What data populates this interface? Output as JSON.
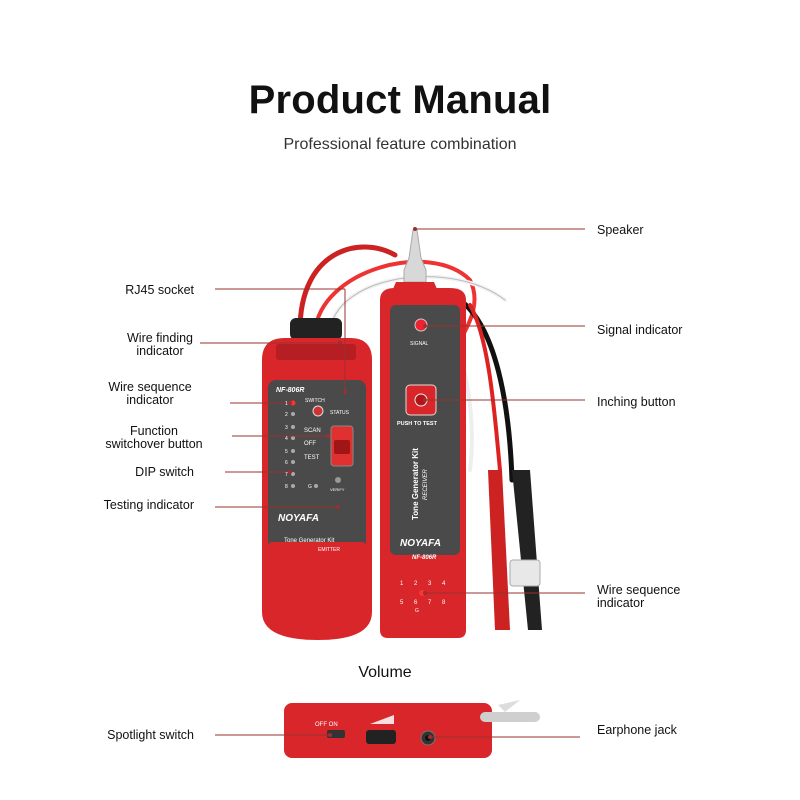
{
  "header": {
    "title": "Product Manual",
    "subtitle": "Professional feature combination"
  },
  "callouts": {
    "speaker": "Speaker",
    "rj45_socket": "RJ45 socket",
    "signal_indicator": "Signal indicator",
    "wire_finding_indicator_1": "Wire finding",
    "wire_finding_indicator_2": "indicator",
    "wire_sequence_indicator_left_1": "Wire sequence",
    "wire_sequence_indicator_left_2": "indicator",
    "inching_button": "Inching button",
    "function_switchover_1": "Function",
    "function_switchover_2": "switchover button",
    "dip_switch": "DIP switch",
    "testing_indicator": "Testing indicator",
    "wire_sequence_indicator_right_1": "Wire sequence",
    "wire_sequence_indicator_right_2": "indicator",
    "volume": "Volume",
    "spotlight_switch": "Spotlight switch",
    "earphone_jack": "Earphone jack"
  },
  "transmitter": {
    "model": "NF-806R",
    "switch_label": "SWITCH",
    "status_label": "STATUS",
    "scan_label": "SCAN",
    "off_label": "OFF",
    "test_label": "TEST",
    "verify_label": "VERIFY",
    "brand": "NOYAFA",
    "kit_label": "Tone Generator Kit",
    "emitter_label": "EMITTER",
    "pin_labels": [
      "1",
      "2",
      "3",
      "4",
      "5",
      "6",
      "7",
      "8",
      "G"
    ]
  },
  "receiver": {
    "signal_label": "SIGNAL",
    "push_label": "PUSH TO TEST",
    "kit_label": "Tone Generator Kit",
    "receiver_label": "RECEIVER",
    "brand": "NOYAFA",
    "model": "NF-806R",
    "pin_row1": [
      "1",
      "2",
      "3",
      "4"
    ],
    "pin_row2": [
      "5",
      "6",
      "7",
      "8"
    ],
    "ground_label": "G"
  },
  "bottom_unit": {
    "off_on_label": "OFF  ON"
  },
  "colors": {
    "device_red": "#d8262a",
    "panel_gray": "#4a4a4a",
    "callout_line": "#9a3030"
  }
}
